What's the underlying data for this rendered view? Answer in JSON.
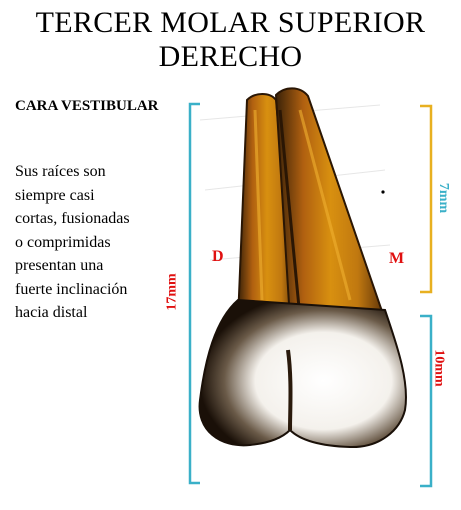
{
  "title_line1": "TERCER MOLAR SUPERIOR",
  "title_line2": "DERECHO",
  "subtitle": "CARA VESTIBULAR",
  "description": [
    "Sus raíces son",
    "siempre casi",
    "cortas, fusionadas",
    "o comprimidas",
    "presentan una",
    "fuerte inclinación",
    "hacia distal"
  ],
  "labels": {
    "distal": "D",
    "mesial": "M"
  },
  "measurements": {
    "total": "17mm",
    "root": "7mm",
    "crown": "10mm"
  },
  "colors": {
    "total": "#e01010",
    "root_bracket": "#e8b020",
    "root_text": "#3ab0c8",
    "crown_bracket": "#3ab0c8",
    "crown_text": "#e01010",
    "total_bracket": "#3ab0c8"
  }
}
